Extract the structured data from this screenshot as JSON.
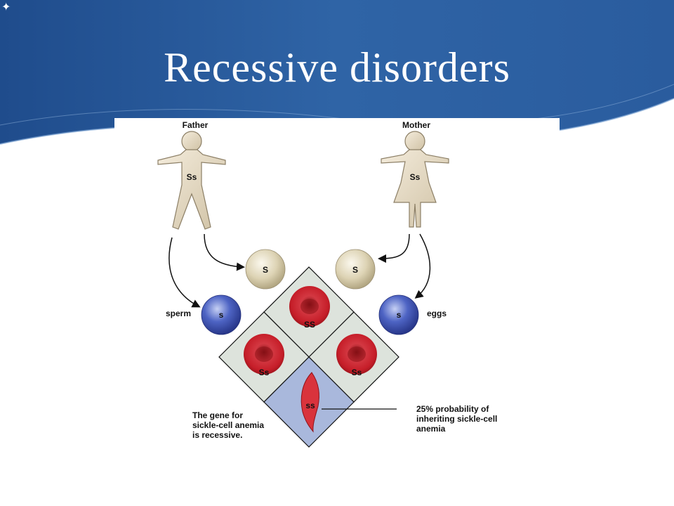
{
  "slide": {
    "title": "Recessive disorders",
    "bullet_icon": "four-point-star-icon"
  },
  "diagram": {
    "father_label": "Father",
    "mother_label": "Mother",
    "father_genotype": "Ss",
    "mother_genotype": "Ss",
    "sperm_label": "sperm",
    "eggs_label": "eggs",
    "gametes": {
      "father_dominant": "S",
      "father_recessive": "s",
      "mother_dominant": "S",
      "mother_recessive": "s"
    },
    "offspring": {
      "top": "SS",
      "left": "Ss",
      "right": "Ss",
      "bottom": "ss"
    },
    "note_left": [
      "The gene for",
      "sickle-cell anemia",
      "is recessive."
    ],
    "note_right": [
      "25% probability of",
      "inheriting sickle-cell",
      "anemia"
    ],
    "colors": {
      "dominant_gamete": "#d9cfb0",
      "recessive_gamete": "#3f56b8",
      "red_cell": "#c8202a",
      "square_fill": "#dde3dc",
      "affected_square_fill": "#a9b8dc",
      "header_blue": "#2d5a9a"
    }
  }
}
